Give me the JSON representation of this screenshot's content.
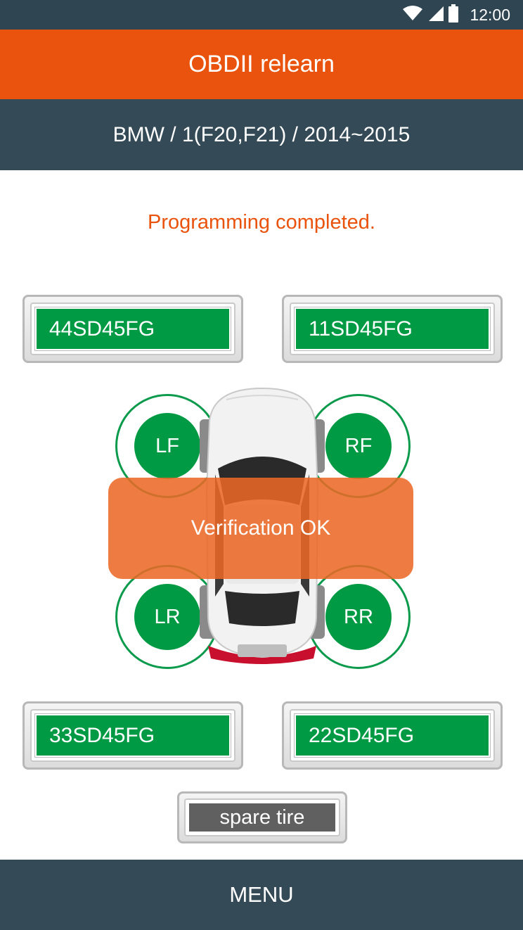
{
  "statusbar": {
    "time": "12:00",
    "icons": [
      "wifi-icon",
      "cellular-signal-icon",
      "battery-icon"
    ]
  },
  "header": {
    "title": "OBDII relearn",
    "vehicle": "BMW / 1(F20,F21) / 2014~2015"
  },
  "status_message": "Programming completed.",
  "sensors": {
    "lf": {
      "label": "LF",
      "id": "44SD45FG"
    },
    "rf": {
      "label": "RF",
      "id": "11SD45FG"
    },
    "lr": {
      "label": "LR",
      "id": "33SD45FG"
    },
    "rr": {
      "label": "RR",
      "id": "22SD45FG"
    }
  },
  "toast": "Verification OK",
  "spare_button": "spare tire",
  "menu_button": "MENU",
  "colors": {
    "accent": "#e9530d",
    "header_dark": "#344a57",
    "sensor_green": "#009a44",
    "spare_gray": "#606060"
  }
}
